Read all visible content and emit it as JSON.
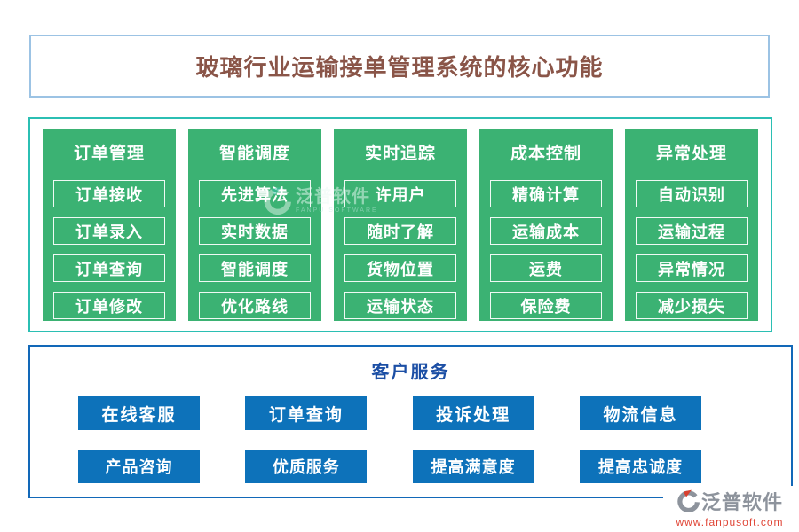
{
  "title": {
    "text": "玻璃行业运输接单管理系统的核心功能"
  },
  "features": {
    "columns": [
      {
        "header": "订单管理",
        "items": [
          "订单接收",
          "订单录入",
          "订单查询",
          "订单修改"
        ]
      },
      {
        "header": "智能调度",
        "items": [
          "先进算法",
          "实时数据",
          "智能调度",
          "优化路线"
        ]
      },
      {
        "header": "实时追踪",
        "items": [
          "许用户",
          "随时了解",
          "货物位置",
          "运输状态"
        ]
      },
      {
        "header": "成本控制",
        "items": [
          "精确计算",
          "运输成本",
          "运费",
          "保险费"
        ]
      },
      {
        "header": "异常处理",
        "items": [
          "自动识别",
          "运输过程",
          "异常情况",
          "减少损失"
        ]
      }
    ]
  },
  "service": {
    "header": "客户服务",
    "rows": [
      [
        "在线客服",
        "订单查询",
        "投诉处理",
        "物流信息"
      ],
      [
        "产品咨询",
        "优质服务",
        "提高满意度",
        "提高忠诚度"
      ]
    ]
  },
  "watermark": {
    "brand": "泛普软件",
    "brand_en": "FANPU SOFTWARE",
    "url": "www.fanpusoft.com"
  },
  "colors": {
    "title_text": "#8a5548",
    "title_border": "#9cc3e4",
    "features_border": "#2bbfb3",
    "column_green": "#3bb273",
    "service_border": "#1268b8",
    "service_button_blue": "#0d72ba",
    "service_header_blue": "#1c4fa5",
    "watermark_gray": "#8d939c",
    "watermark_url_red": "#e04536"
  }
}
